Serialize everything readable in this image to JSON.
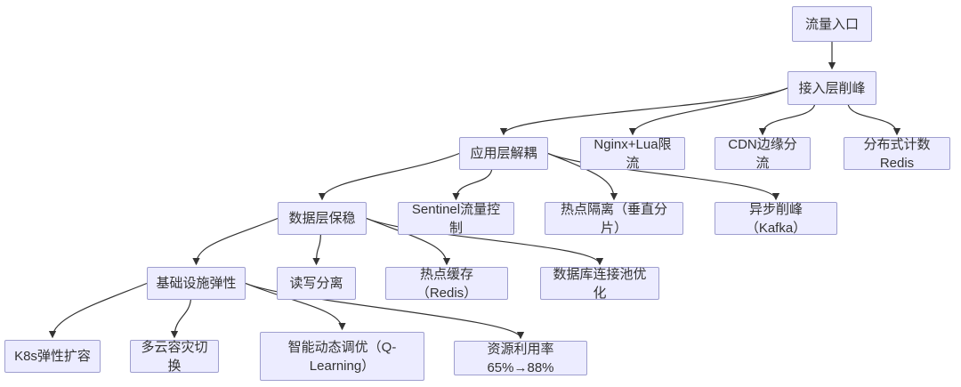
{
  "diagram": {
    "type": "flowchart",
    "direction": "top-down",
    "colors": {
      "node_fill": "#ececff",
      "node_border": "#9f9fcf",
      "edge": "#333333",
      "text": "#333333",
      "background": "#ffffff"
    },
    "nodes": [
      {
        "id": "traffic-entry",
        "label": "流量入口"
      },
      {
        "id": "access-peak",
        "label": "接入层削峰"
      },
      {
        "id": "app-decouple",
        "label": "应用层解耦"
      },
      {
        "id": "nginx-lua",
        "label": "Nginx+Lua限流"
      },
      {
        "id": "cdn-edge",
        "label": "CDN边缘分流"
      },
      {
        "id": "redis-counter",
        "label": "分布式计数Redis"
      },
      {
        "id": "data-stable",
        "label": "数据层保稳"
      },
      {
        "id": "sentinel",
        "label": "Sentinel流量控制"
      },
      {
        "id": "hotspot-isolation",
        "label": "热点隔离（垂直分片）"
      },
      {
        "id": "async-kafka",
        "label": "异步削峰（Kafka）"
      },
      {
        "id": "infra-elastic",
        "label": "基础设施弹性"
      },
      {
        "id": "rw-split",
        "label": "读写分离"
      },
      {
        "id": "hot-cache",
        "label": "热点缓存（Redis）"
      },
      {
        "id": "db-pool",
        "label": "数据库连接池优化"
      },
      {
        "id": "k8s-scale",
        "label": "K8s弹性扩容"
      },
      {
        "id": "multicloud-dr",
        "label": "多云容灾切换"
      },
      {
        "id": "q-learning",
        "label": "智能动态调优（Q-Learning）"
      },
      {
        "id": "resource-util",
        "label": "资源利用率65%→88%"
      }
    ],
    "edges": [
      {
        "from": "traffic-entry",
        "to": "access-peak"
      },
      {
        "from": "access-peak",
        "to": "app-decouple"
      },
      {
        "from": "access-peak",
        "to": "nginx-lua"
      },
      {
        "from": "access-peak",
        "to": "cdn-edge"
      },
      {
        "from": "access-peak",
        "to": "redis-counter"
      },
      {
        "from": "app-decouple",
        "to": "data-stable"
      },
      {
        "from": "app-decouple",
        "to": "sentinel"
      },
      {
        "from": "app-decouple",
        "to": "hotspot-isolation"
      },
      {
        "from": "app-decouple",
        "to": "async-kafka"
      },
      {
        "from": "data-stable",
        "to": "infra-elastic"
      },
      {
        "from": "data-stable",
        "to": "rw-split"
      },
      {
        "from": "data-stable",
        "to": "hot-cache"
      },
      {
        "from": "data-stable",
        "to": "db-pool"
      },
      {
        "from": "infra-elastic",
        "to": "k8s-scale"
      },
      {
        "from": "infra-elastic",
        "to": "multicloud-dr"
      },
      {
        "from": "infra-elastic",
        "to": "q-learning"
      },
      {
        "from": "infra-elastic",
        "to": "resource-util"
      }
    ]
  }
}
